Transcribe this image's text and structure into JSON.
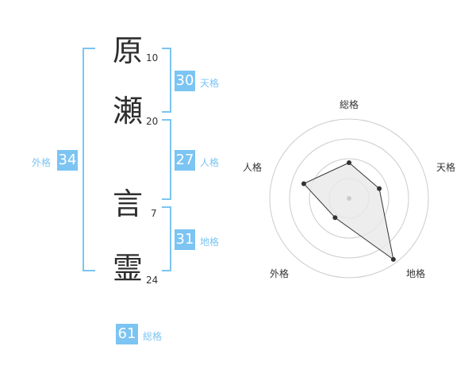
{
  "name": {
    "characters": [
      {
        "char": "原",
        "strokes": "10"
      },
      {
        "char": "瀬",
        "strokes": "20"
      },
      {
        "char": "言",
        "strokes": "7"
      },
      {
        "char": "霊",
        "strokes": "24"
      }
    ]
  },
  "fortunes": {
    "tenkaku": {
      "label": "天格",
      "value": "30"
    },
    "jinkaku": {
      "label": "人格",
      "value": "27"
    },
    "chikaku": {
      "label": "地格",
      "value": "31"
    },
    "gaikaku": {
      "label": "外格",
      "value": "34"
    },
    "soukaku": {
      "label": "総格",
      "value": "61"
    }
  },
  "chart_data": {
    "type": "radar",
    "axes": [
      "総格",
      "天格",
      "地格",
      "外格",
      "人格"
    ],
    "values": [
      0.45,
      0.4,
      0.95,
      0.3,
      0.6
    ],
    "rings": 4,
    "colors": {
      "fill": "#e8e8e8",
      "line": "#333333",
      "grid": "#cccccc",
      "center": "#cccccc"
    }
  }
}
